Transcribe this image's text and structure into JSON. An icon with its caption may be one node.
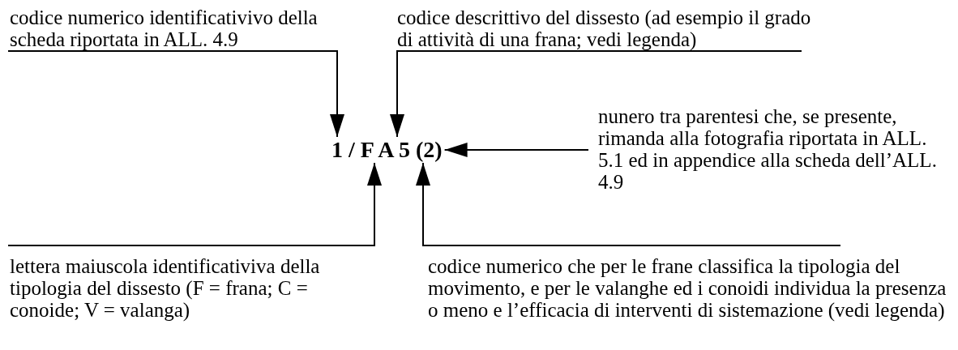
{
  "diagram": {
    "nodes": [
      {
        "text": [
          "codice numerico identificativivo della scheda riportata in ALL. 4.9"
        ]
      },
      {
        "text": [
          "codice descrittivo del dissesto (ad esempio il grado di attività di una frana; vedi legenda)"
        ]
      },
      {
        "text": [
          "1 / F A 5 (2)"
        ]
      },
      {
        "text": [
          "nunero tra parentesi che, se presente, rimanda alla fotografia riportata in ALL. 5.1 ed in appendice alla scheda dell’ALL. 4.9"
        ]
      },
      {
        "text": [
          "lettera maiuscola identificativiva della tipologia del dissesto (F = frana; C = conoide; V = valanga)"
        ]
      },
      {
        "text": [
          "codice numerico che per le frane classifica la tipologia del movimento, e per le valanghe ed i conoidi individua la presenza o meno e l’efficacia di interventi di sistemazione (vedi legenda)"
        ]
      }
    ],
    "edges": [
      {
        "from": 0,
        "to": 2,
        "arrow": "to"
      },
      {
        "from": 1,
        "to": 2,
        "arrow": "to"
      },
      {
        "from": 3,
        "to": 2,
        "arrow": "to"
      },
      {
        "from": 4,
        "to": 2,
        "arrow": "to"
      },
      {
        "from": 5,
        "to": 2,
        "arrow": "to"
      }
    ]
  }
}
